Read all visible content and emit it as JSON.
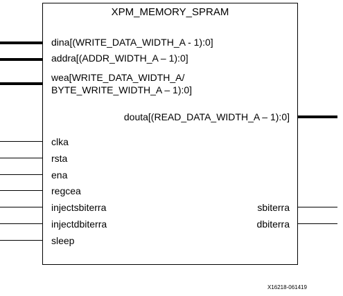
{
  "block": {
    "title": "XPM_MEMORY_SPRAM"
  },
  "inputs": {
    "dina": "dina[(WRITE_DATA_WIDTH_A - 1):0]",
    "addra": "addra[(ADDR_WIDTH_A – 1):0]",
    "wea_line1": "wea[WRITE_DATA_WIDTH_A/",
    "wea_line2": "BYTE_WRITE_WIDTH_A – 1):0]",
    "clka": "clka",
    "rsta": "rsta",
    "ena": "ena",
    "regcea": "regcea",
    "injectsbiterra": "injectsbiterra",
    "injectdbiterra": "injectdbiterra",
    "sleep": "sleep"
  },
  "outputs": {
    "douta": "douta[(READ_DATA_WIDTH_A – 1):0]",
    "sbiterra": "sbiterra",
    "dbiterra": "dbiterra"
  },
  "figure_code": "X16218-061419"
}
